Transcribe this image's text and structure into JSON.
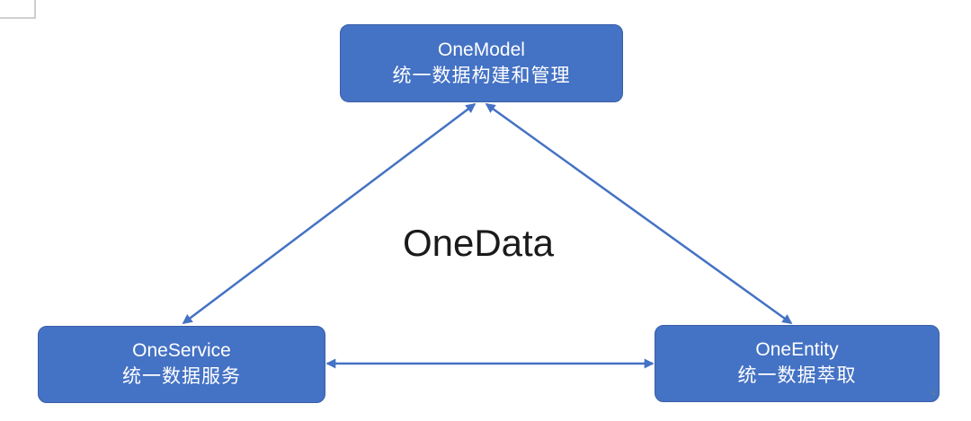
{
  "diagram": {
    "center_label": "OneData",
    "nodes": [
      {
        "id": "model",
        "title": "OneModel",
        "subtitle": "统一数据构建和管理"
      },
      {
        "id": "service",
        "title": "OneService",
        "subtitle": "统一数据服务"
      },
      {
        "id": "entity",
        "title": "OneEntity",
        "subtitle": "统一数据萃取"
      }
    ],
    "connections": [
      {
        "from": "OneModel",
        "to": "OneService",
        "bidirectional": true
      },
      {
        "from": "OneModel",
        "to": "OneEntity",
        "bidirectional": true
      },
      {
        "from": "OneService",
        "to": "OneEntity",
        "bidirectional": true
      }
    ]
  },
  "colors": {
    "node_fill": "#4472c4",
    "node_border": "#3b5fa6",
    "node_text": "#ffffff",
    "arrow": "#4472c4",
    "center_text": "#1a1a1a",
    "page_edge": "#cfcfcf",
    "scroll_hint": "#7a7a7a"
  },
  "decorations": {
    "scroll_hint_arrow": "↓"
  }
}
